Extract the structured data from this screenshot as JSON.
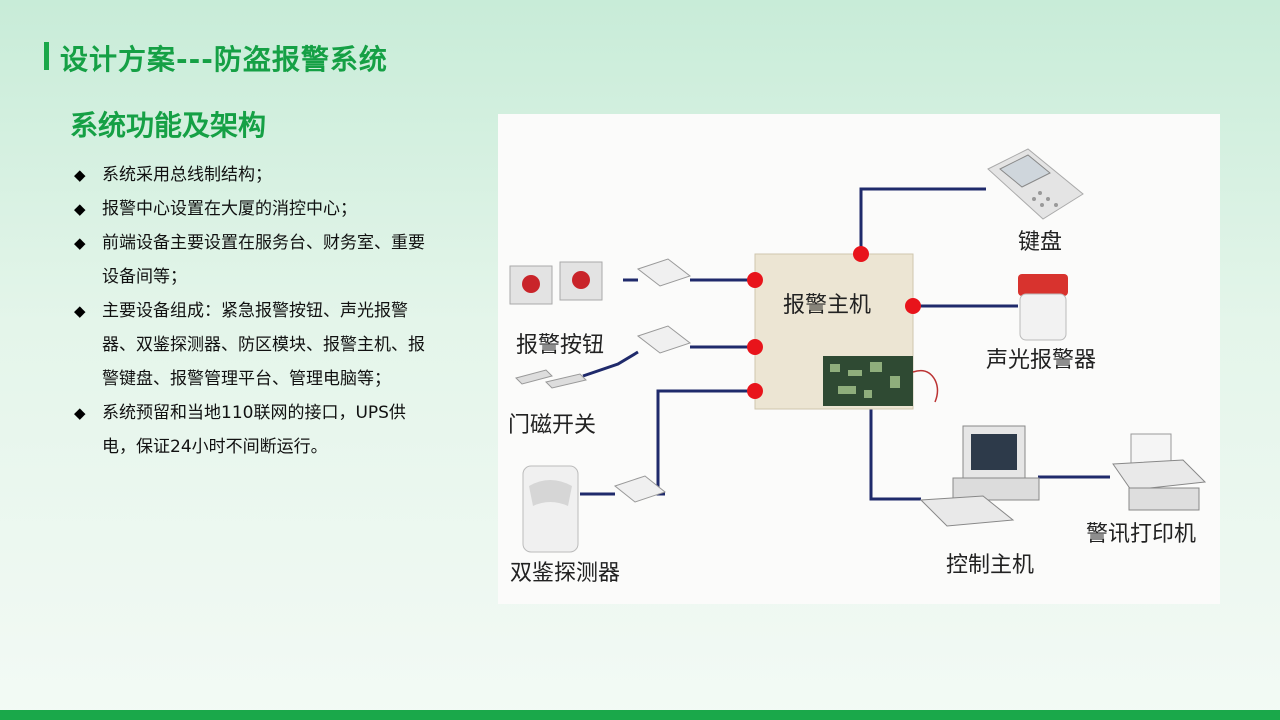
{
  "header": {
    "title": "设计方案---防盗报警系统"
  },
  "section": {
    "title": "系统功能及架构"
  },
  "bullets": [
    "系统采用总线制结构；",
    "报警中心设置在大厦的消控中心；",
    "前端设备主要设置在服务台、财务室、重要设备间等；",
    "主要设备组成：紧急报警按钮、声光报警器、双鉴探测器、防区模块、报警主机、报警键盘、报警管理平台、管理电脑等；",
    "系统预留和当地110联网的接口，UPS供电，保证24小时不间断运行。"
  ],
  "diagram": {
    "labels": {
      "alarm_host": "报警主机",
      "keypad": "键盘",
      "siren": "声光报警器",
      "alarm_button": "报警按钮",
      "door_contact": "门磁开关",
      "dual_detector": "双鉴探测器",
      "control_host": "控制主机",
      "printer": "警讯打印机"
    },
    "colors": {
      "line": "#1f2a6b",
      "node": "#e8141b",
      "panel": "#ece5d3"
    }
  }
}
